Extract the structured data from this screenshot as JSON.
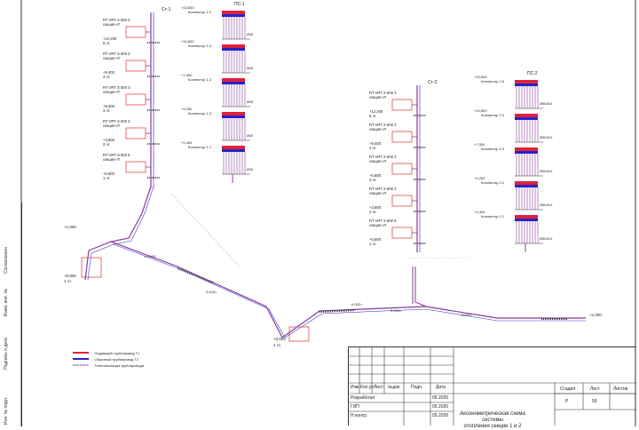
{
  "colors": {
    "supply": "#e0203c",
    "return": "#2424c8",
    "pipe": "#8a3a9a",
    "red_box": "#e04a4a",
    "line": "#333333"
  },
  "left_riser": {
    "id_label": "Ст-1",
    "units": [
      {
        "name": "RT VRT S 500 3",
        "sub": "секция нТ",
        "level": "+12,200",
        "floor": "5 эт."
      },
      {
        "name": "RT VRT S 500 3",
        "sub": "секция нТ",
        "level": "+9,400",
        "floor": "4 эт."
      },
      {
        "name": "RT VRT S 500 3",
        "sub": "секция нТ",
        "level": "+6,600",
        "floor": "3 эт."
      },
      {
        "name": "RT VRT S 500 3",
        "sub": "секция нТ",
        "level": "+3,800",
        "floor": "2 эт."
      },
      {
        "name": "RT VRT S 500 8",
        "sub": "секция нТ",
        "level": "+0,800",
        "floor": "1 эт."
      }
    ]
  },
  "left_manifold": {
    "id_label": "ПС-1",
    "items": [
      {
        "name": "Коллектор 1.2",
        "level": "+13,600"
      },
      {
        "name": "Коллектор 1.4",
        "level": "+10,800"
      },
      {
        "name": "Коллектор 1.3",
        "level": "+7,300"
      },
      {
        "name": "Коллектор 1.2",
        "level": "+4,200"
      },
      {
        "name": "Коллектор 1.1",
        "level": "+1,400"
      }
    ],
    "pipe_label": "Ø40"
  },
  "right_riser": {
    "id_label": "Ст-2",
    "units": [
      {
        "name": "RT VRT S 500 3",
        "sub": "секция нТ",
        "level": "+12,200",
        "floor": "5 эт."
      },
      {
        "name": "RT VRT S 500 3",
        "sub": "секция нТ",
        "level": "+9,400",
        "floor": "4 эт."
      },
      {
        "name": "RT VRT S 500 3",
        "sub": "секция нТ",
        "level": "+6,600",
        "floor": "3 эт."
      },
      {
        "name": "RT VRT S 500 3",
        "sub": "секция нТ",
        "level": "+3,800",
        "floor": "2 эт."
      },
      {
        "name": "RT VRT S 500 8",
        "sub": "секция нТ",
        "level": "+0,800",
        "floor": "1 эт."
      }
    ]
  },
  "right_manifold": {
    "id_label": "ПС-2",
    "items": [
      {
        "name": "Коллектор 2.5",
        "level": "+13,600"
      },
      {
        "name": "Коллектор 2.4",
        "level": "+10,800"
      },
      {
        "name": "Коллектор 2.3",
        "level": "+7,300"
      },
      {
        "name": "Коллектор 2.2",
        "level": "+4,200"
      },
      {
        "name": "Коллектор 2.1",
        "level": "+1,400"
      }
    ],
    "pipe_label": "Ø50x5,5"
  },
  "network_labels": {
    "left_elev": "+1,000",
    "lower_elev": "+0,800",
    "lower_unit_elev": "+0,600",
    "right_elev": "+1,000",
    "slope_1": "i=0,003",
    "slope_2": "0,003>",
    "slope_3": "0,002>",
    "slope_4": "0,003>",
    "slope_5": "0,002>",
    "floor_1": "1 эт."
  },
  "legend": [
    {
      "text": "- Подающий трубопровод Т1",
      "color": "#e0203c"
    },
    {
      "text": "- Обратный трубопровод Т2",
      "color": "#2424c8"
    },
    {
      "text": "- Теплоизоляция трубопровода",
      "color": "#8a3a9a"
    }
  ],
  "side_strip": {
    "labels": [
      "Инв. № подл.",
      "Подпись и дата",
      "Взам. инв. №",
      "Согласовано"
    ]
  },
  "stamp": {
    "header_cols": [
      "Изм.",
      "Кол.уч",
      "Лист",
      "№док.",
      "Подп.",
      "Дата"
    ],
    "rows": [
      {
        "role": "Разработал",
        "date": "05.2026"
      },
      {
        "role": "ГИП",
        "date": "05.2026"
      },
      {
        "role": "Н.контр.",
        "date": "05.2026"
      }
    ],
    "stage_head": [
      "Стадия",
      "Лист",
      "Листов"
    ],
    "stage_vals": [
      "Р",
      "59",
      ""
    ],
    "title_line1": "Аксонометрическая схема системы",
    "title_line2": "отопления секции 1 и 2"
  }
}
